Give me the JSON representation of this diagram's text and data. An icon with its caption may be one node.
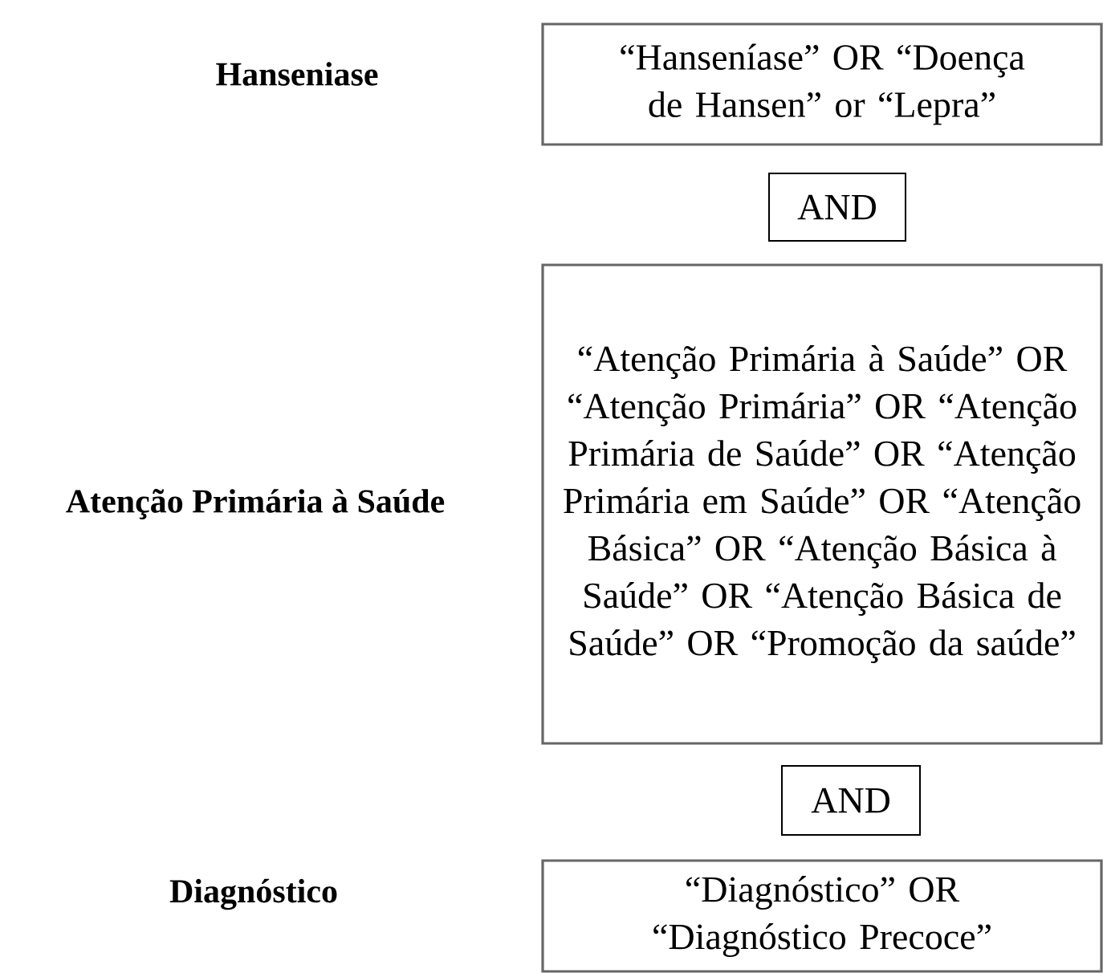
{
  "diagram": {
    "nodes": [
      {
        "text": [
          "“Hanseníase” OR “Doença de Hansen” or “Lepra”"
        ]
      },
      {
        "text": [
          "AND"
        ]
      },
      {
        "text": [
          "“Atenção Primária à Saúde” OR “Atenção Primária” OR “Atenção Primária de Saúde” OR “Atenção Primária em Saúde” OR  “Atenção Básica” OR  “Atenção Básica à Saúde” OR “Atenção Básica de Saúde” OR “Promoção da saúde”"
        ]
      },
      {
        "text": [
          "AND"
        ]
      },
      {
        "text": [
          "“Diagnóstico” OR “Diagnóstico Precoce”"
        ]
      }
    ],
    "labels": [
      "Hanseniase",
      "Atenção Primária à Saúde",
      "Diagnóstico"
    ]
  }
}
